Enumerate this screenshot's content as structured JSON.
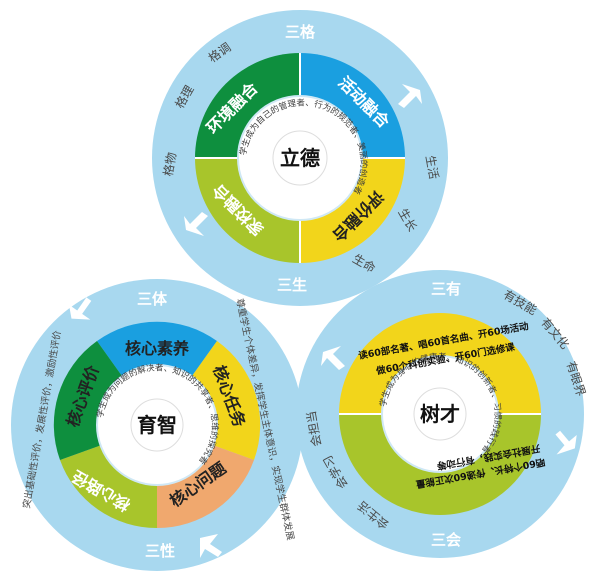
{
  "top": {
    "center": "立德",
    "corner_top": "三格",
    "corner_bottom": "三生",
    "quadrants": [
      "环境融合",
      "活动融合",
      "评价融合",
      "家校融合"
    ],
    "inner_ring": "学生成为自己的管理者、行为的规范者、美丽的创造者",
    "outer_left": [
      "格物",
      "格理",
      "格调"
    ],
    "outer_right": [
      "生活",
      "生长",
      "生命"
    ],
    "colors": {
      "green": "#0e8f3e",
      "blue": "#1a9fe0",
      "yellow": "#f2d51b",
      "lime": "#a8c52b",
      "outer": "#a8d8ef"
    }
  },
  "left": {
    "center": "育智",
    "corner_top": "三体",
    "corner_bottom": "三性",
    "quadrants": [
      "核心素养",
      "核心任务",
      "核心问题",
      "核心路径",
      "核心评价"
    ],
    "inner_ring": "学生成为问题的解决者、知识的共享者、思维的探究者",
    "outer_text": [
      "尊重学生个体差异，发挥学生主体意识，实现学生群体发展",
      "突出基础性评价，发展性评价，激励性评价"
    ],
    "colors": {
      "blue": "#1a9fe0",
      "yellow": "#f2d51b",
      "salmon": "#f0a86e",
      "lime": "#a8c52b",
      "green": "#0e8f3e"
    }
  },
  "right": {
    "center": "树才",
    "corner_top": "三有",
    "corner_bottom": "三会",
    "band_top": [
      "读60部名著、唱60首名曲、开60场活动",
      "做60个科创实验、开60门选修课"
    ],
    "band_bottom": [
      "晒60个特长、传递60次正能量",
      "开展社会实践，有行动等"
    ],
    "inner_ring": "学生成为身心的健康者、知识的创新者、习惯的践行者",
    "outer_right": [
      "有技能",
      "有文化",
      "有眼界"
    ],
    "outer_left": [
      "会生活",
      "会学习",
      "会担当"
    ],
    "colors": {
      "yellow": "#f2d51b",
      "lime": "#a8c52b",
      "outer": "#a8d8ef"
    }
  }
}
